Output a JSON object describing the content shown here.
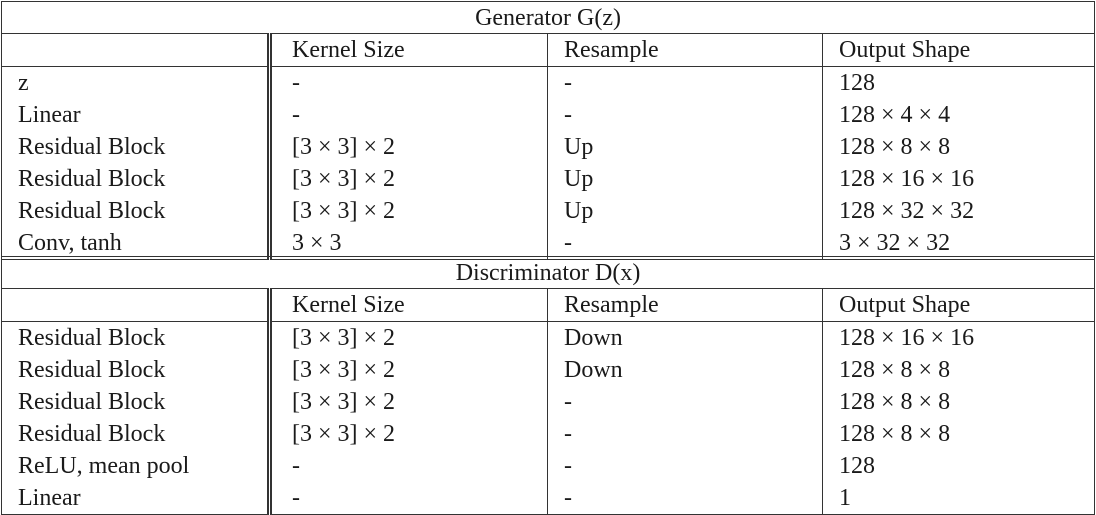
{
  "generator": {
    "title": "Generator G(z)",
    "headers": [
      "",
      "Kernel Size",
      "Resample",
      "Output Shape"
    ],
    "rows": [
      [
        "z",
        "-",
        "-",
        "128"
      ],
      [
        "Linear",
        "-",
        "-",
        "128 × 4 × 4"
      ],
      [
        "Residual Block",
        "[3 × 3] × 2",
        "Up",
        "128 × 8 × 8"
      ],
      [
        "Residual Block",
        "[3 × 3] × 2",
        "Up",
        "128 × 16 × 16"
      ],
      [
        "Residual Block",
        "[3 × 3] × 2",
        "Up",
        "128 × 32 × 32"
      ],
      [
        "Conv, tanh",
        "3 × 3",
        "-",
        "3 × 32 × 32"
      ]
    ]
  },
  "discriminator": {
    "title": "Discriminator D(x)",
    "headers": [
      "",
      "Kernel Size",
      "Resample",
      "Output Shape"
    ],
    "rows": [
      [
        "Residual Block",
        "[3 × 3] × 2",
        "Down",
        "128 × 16 × 16"
      ],
      [
        "Residual Block",
        "[3 × 3] × 2",
        "Down",
        "128 × 8 × 8"
      ],
      [
        "Residual Block",
        "[3 × 3] × 2",
        "-",
        "128 × 8 × 8"
      ],
      [
        "Residual Block",
        "[3 × 3] × 2",
        "-",
        "128 × 8 × 8"
      ],
      [
        "ReLU, mean pool",
        "-",
        "-",
        "128"
      ],
      [
        "Linear",
        "-",
        "-",
        "1"
      ]
    ]
  }
}
